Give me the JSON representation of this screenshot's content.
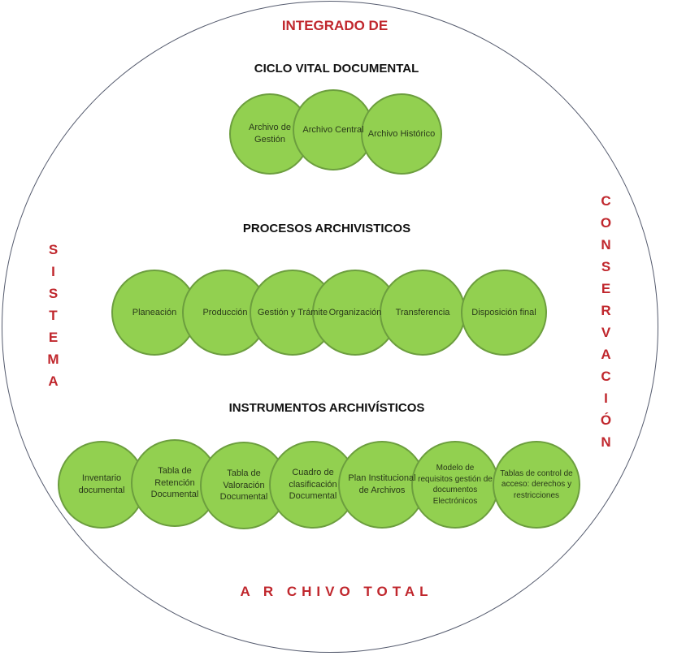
{
  "top_label": "INTEGRADO DE",
  "left_label": "SISTEMA",
  "right_label": "CONSERVACIÓN",
  "bottom_label": "A R CHIVO TOTAL",
  "sections": [
    {
      "title": "CICLO VITAL DOCUMENTAL",
      "items": [
        "Archivo de Gestión",
        "Archivo Central",
        "Archivo Histórico"
      ]
    },
    {
      "title": "PROCESOS ARCHIVISTICOS",
      "items": [
        "Planeación",
        "Producción",
        "Gestión y Trámite",
        "Organización",
        "Transferencia",
        "Disposición final"
      ]
    },
    {
      "title": "INSTRUMENTOS ARCHIVÍSTICOS",
      "items": [
        "Inventario documental",
        "Tabla de Retención Documental",
        "Tabla de Valoración Documental",
        "Cuadro de clasificación Documental",
        "Plan Institucional de Archivos",
        "Modelo de requisitos gestión de documentos Electrónicos",
        "Tablas de control de acceso: derechos y restricciones"
      ]
    }
  ],
  "colors": {
    "circle_fill": "#92d050",
    "circle_stroke": "#6c9e3e",
    "label_red": "#c0272d"
  }
}
